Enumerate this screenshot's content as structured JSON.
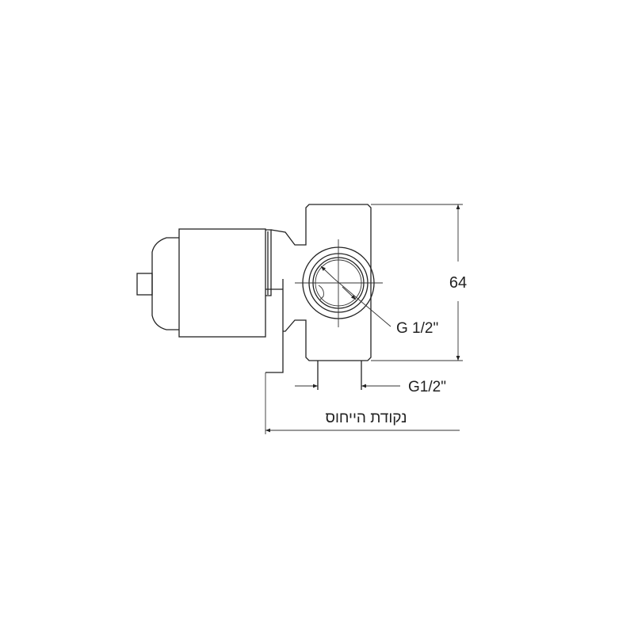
{
  "dimensions": {
    "height_label": "64",
    "side_thread_label": "G 1/2\"",
    "bottom_thread_label": "G1/2\"",
    "reference_point_label": "נקודת הייחוס"
  },
  "colors": {
    "line": "#222222",
    "background": "#ffffff"
  }
}
